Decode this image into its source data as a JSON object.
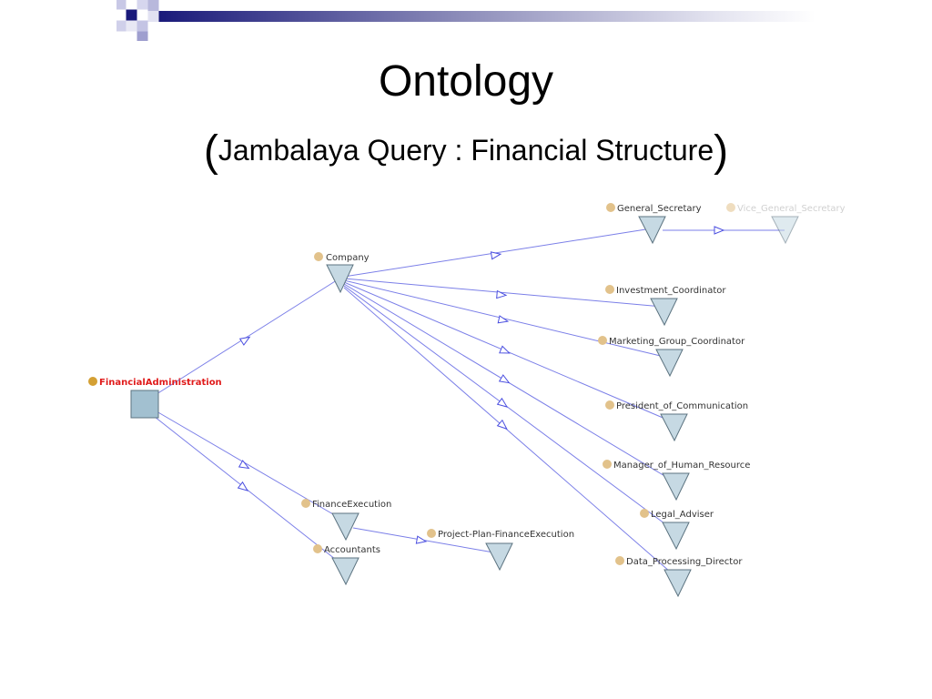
{
  "title": {
    "main": "Ontology",
    "open_paren": "(",
    "subtitle": "Jambalaya Query : Financial Structure",
    "close_paren": ")"
  },
  "colors": {
    "edge": "#7b7fe8",
    "node_fill": "#c6d9e3",
    "node_stroke": "#5c7380",
    "root_fill": "#a2c0d0",
    "dot": "#e2c28b",
    "dot_root": "#d4a034",
    "root_label": "#e01b1b",
    "banner_dark": "#1a1a7a"
  },
  "nodes": {
    "root": "FinancialAdministration",
    "company": "Company",
    "general_secretary": "General_Secretary",
    "vice_general_secretary": "Vice_General_Secretary",
    "investment_coordinator": "Investment_Coordinator",
    "marketing_group_coordinator": "Marketing_Group_Coordinator",
    "president_of_communication": "President_of_Communication",
    "manager_of_human_resource": "Manager_of_Human_Resource",
    "legal_adviser": "Legal_Adviser",
    "data_processing_director": "Data_Processing_Director",
    "finance_execution": "FinanceExecution",
    "accountants": "Accountants",
    "project_plan_finance_execution": "Project-Plan-FinanceExecution"
  },
  "edges": [
    {
      "from": "FinancialAdministration",
      "to": "Company"
    },
    {
      "from": "FinancialAdministration",
      "to": "FinanceExecution"
    },
    {
      "from": "FinancialAdministration",
      "to": "Accountants"
    },
    {
      "from": "Company",
      "to": "General_Secretary"
    },
    {
      "from": "Company",
      "to": "Investment_Coordinator"
    },
    {
      "from": "Company",
      "to": "Marketing_Group_Coordinator"
    },
    {
      "from": "Company",
      "to": "President_of_Communication"
    },
    {
      "from": "Company",
      "to": "Manager_of_Human_Resource"
    },
    {
      "from": "Company",
      "to": "Legal_Adviser"
    },
    {
      "from": "Company",
      "to": "Data_Processing_Director"
    },
    {
      "from": "General_Secretary",
      "to": "Vice_General_Secretary"
    },
    {
      "from": "FinanceExecution",
      "to": "Project-Plan-FinanceExecution"
    }
  ]
}
